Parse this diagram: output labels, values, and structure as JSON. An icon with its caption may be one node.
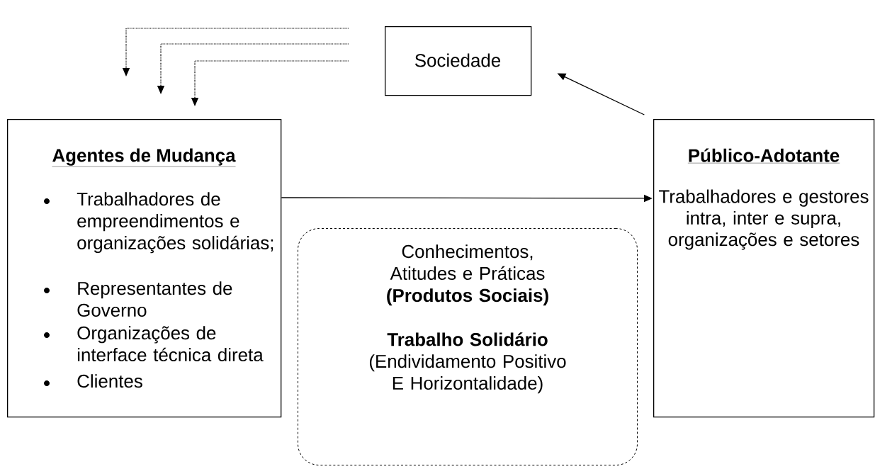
{
  "diagram": {
    "nodes": [
      {
        "text": [
          "Sociedade"
        ]
      },
      {
        "text": [
          "Agentes de Mudança",
          "Trabalhadores de empreendimentos e organizações solidárias;",
          "Representantes de Governo",
          "Organizações de interface técnica direta",
          "Clientes"
        ]
      },
      {
        "text": [
          "Público-Adotante",
          "Trabalhadores e gestores intra, inter e supra, organizações e setores"
        ]
      },
      {
        "text": [
          "Conhecimentos, Atitudes e Práticas",
          "(Produtos Sociais)",
          "Trabalho Solidário",
          "(Endividamento Positivo E Horizontalidade)"
        ]
      }
    ],
    "edges": [
      {
        "from": 0,
        "to": 1,
        "arrow": "to",
        "style": "dashed"
      },
      {
        "from": 0,
        "to": 1,
        "arrow": "to",
        "style": "dashed"
      },
      {
        "from": 0,
        "to": 1,
        "arrow": "to",
        "style": "dashed"
      },
      {
        "from": 1,
        "to": 2,
        "arrow": "to"
      },
      {
        "from": 2,
        "to": 0,
        "arrow": "to"
      }
    ]
  }
}
